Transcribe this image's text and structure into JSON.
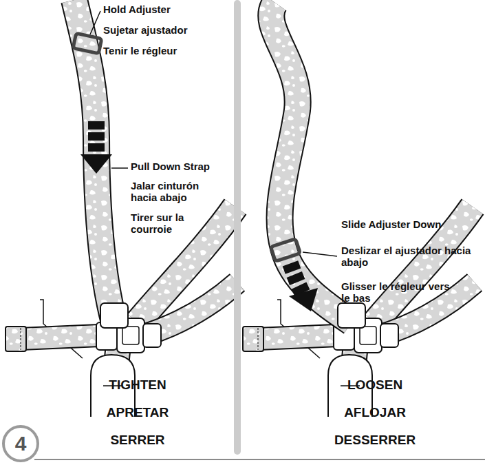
{
  "diagram": {
    "nodes": [
      {
        "text": [
          "4"
        ]
      }
    ],
    "labels": [
      "Hold Adjuster",
      "Sujetar ajustador",
      "Tenir le régleur",
      "Pull Down Strap",
      "Jalar cinturón hacia abajo",
      "Tirer sur la courroie",
      "TIGHTEN",
      "APRETAR",
      "SERRER",
      "Slide Adjuster Down",
      "Deslizar el ajustador hacia abajo",
      "Glisser le régleur vers le bas",
      "LOOSEN",
      "AFLOJAR",
      "DESSERRER"
    ]
  }
}
